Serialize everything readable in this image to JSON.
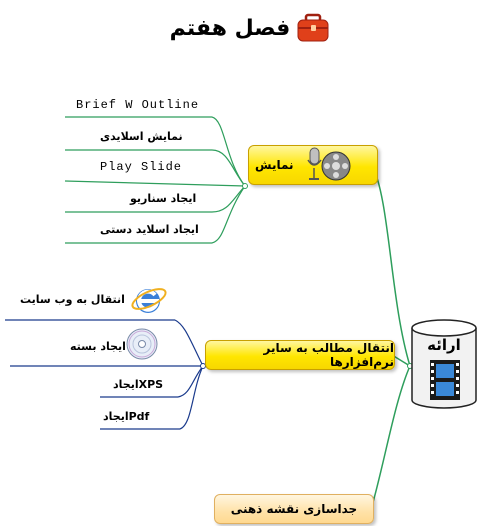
{
  "title": "فصل هفتم",
  "title_icon": "toolbox-icon",
  "root": {
    "label": "ارائه",
    "icon": "film-strip-icon"
  },
  "branches": [
    {
      "label": "نمایش",
      "icon": "microphone-film-reel-icon",
      "leaves": [
        "Brief W Outline",
        "نمایش اسلایدی",
        "Play Slide",
        "ایجاد سناریو",
        "ایجاد اسلاید دستی"
      ]
    },
    {
      "label": "انتقال مطالب به سایر نرم‌افزارها",
      "leaves": [
        "انتقال به وب سایت",
        "ایجاد بسته",
        "XPSایجاد",
        "Pdfایجاد"
      ]
    },
    {
      "label": "جداسازی نقشه ذهنی",
      "leaves": []
    }
  ],
  "colors": {
    "link": "#2e9e5c",
    "leaf_line": "#1a3a8c",
    "node_fill": "#ffe600",
    "pale_fill": "#ffe2a8"
  }
}
